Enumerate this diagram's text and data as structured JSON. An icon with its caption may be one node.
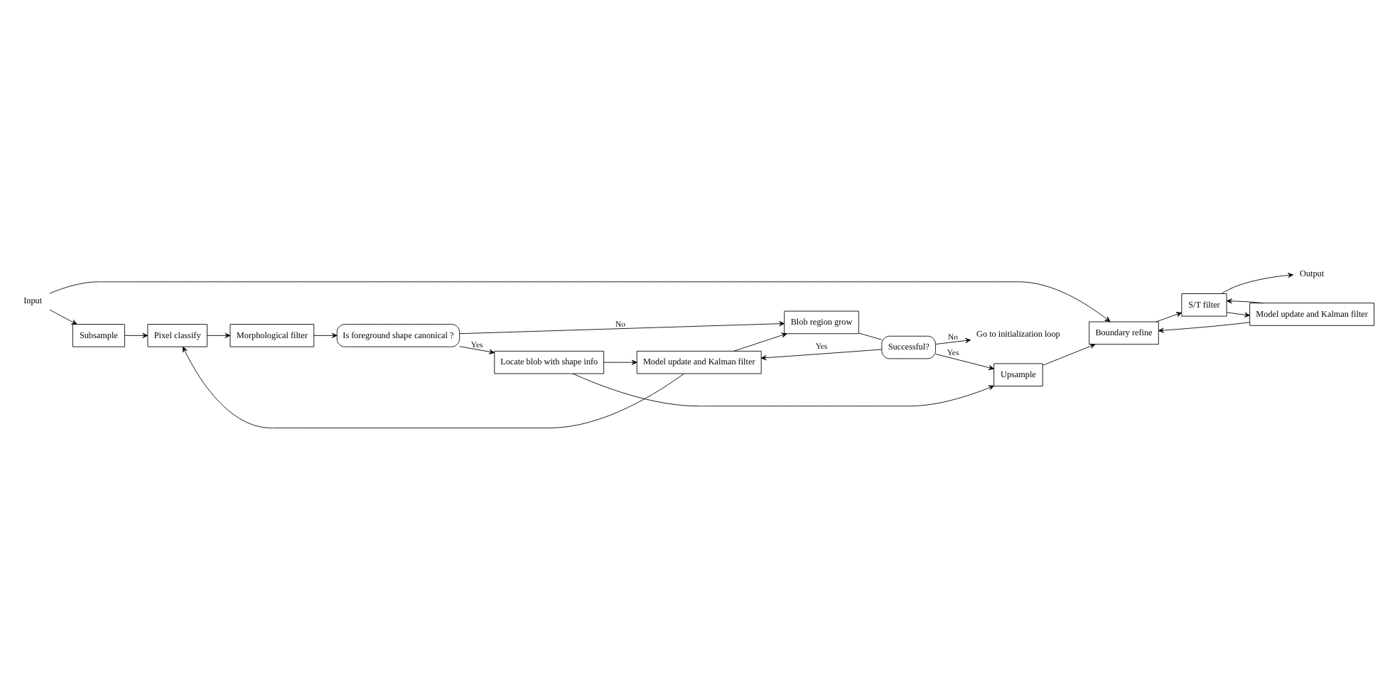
{
  "diagram": {
    "nodes": [
      {
        "text": [
          "Input"
        ]
      },
      {
        "text": [
          "Boundary refine"
        ]
      },
      {
        "text": [
          "S/T filter"
        ]
      },
      {
        "text": [
          "Output"
        ]
      },
      {
        "text": [
          "Subsample"
        ]
      },
      {
        "text": [
          "Upsample"
        ]
      },
      {
        "text": [
          "Model update and Kalman filter"
        ]
      },
      {
        "text": [
          "Pixel classify"
        ]
      },
      {
        "text": [
          "Morphological filter"
        ]
      },
      {
        "text": [
          "Is foreground shape canonical ?"
        ]
      },
      {
        "text": [
          "Locate blob with shape info"
        ]
      },
      {
        "text": [
          "Blob region grow"
        ]
      },
      {
        "text": [
          "Successful?"
        ]
      },
      {
        "text": [
          "Model update and Kalman filter"
        ]
      },
      {
        "text": [
          "Go to initialization loop"
        ]
      }
    ],
    "edges": [
      {
        "from": 0,
        "to": 1,
        "arrow": "to"
      },
      {
        "from": 0,
        "to": 4,
        "arrow": "to"
      },
      {
        "from": 5,
        "to": 1,
        "arrow": "to"
      },
      {
        "from": 1,
        "to": 2,
        "arrow": "to"
      },
      {
        "from": 2,
        "to": 3,
        "arrow": "to"
      },
      {
        "from": 2,
        "to": 6,
        "arrow": "to"
      },
      {
        "from": 6,
        "to": 1,
        "arrow": "to"
      },
      {
        "from": 6,
        "to": 2,
        "arrow": "to"
      },
      {
        "from": 4,
        "to": 7,
        "arrow": "to"
      },
      {
        "from": 7,
        "to": 8,
        "arrow": "to"
      },
      {
        "from": 8,
        "to": 9,
        "arrow": "to"
      },
      {
        "from": 9,
        "to": 10,
        "label": "Yes",
        "arrow": "to"
      },
      {
        "from": 9,
        "to": 11,
        "label": "No",
        "arrow": "to"
      },
      {
        "from": 11,
        "to": 12,
        "arrow": "none"
      },
      {
        "from": 10,
        "to": 5,
        "arrow": "to"
      },
      {
        "from": 10,
        "to": 13,
        "arrow": "to"
      },
      {
        "from": 12,
        "to": 5,
        "label": "Yes",
        "arrow": "to"
      },
      {
        "from": 12,
        "to": 13,
        "label": "Yes",
        "arrow": "to"
      },
      {
        "from": 12,
        "to": 14,
        "label": "No",
        "arrow": "to"
      },
      {
        "from": 13,
        "to": 7,
        "arrow": "to"
      },
      {
        "from": 13,
        "to": 11,
        "arrow": "to"
      }
    ]
  }
}
